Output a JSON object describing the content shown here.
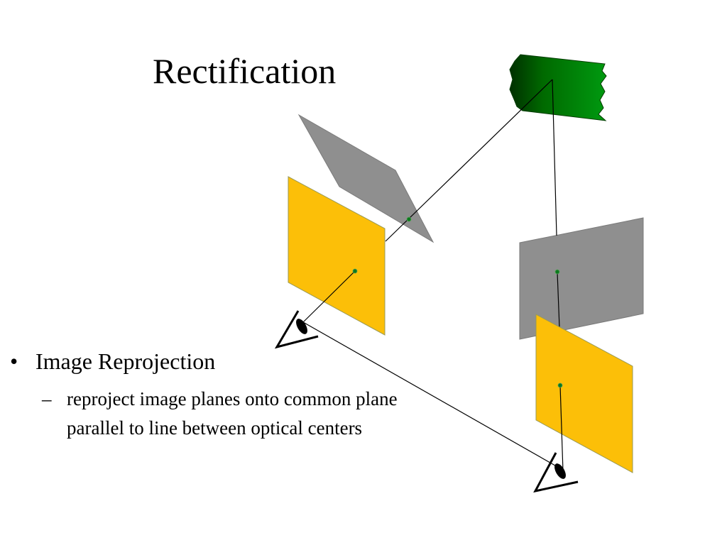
{
  "slide": {
    "title": "Rectification",
    "bullets": [
      {
        "marker": "•",
        "text": "Image Reprojection",
        "subbullets": [
          {
            "marker": "–",
            "text": "reproject image planes onto common plane parallel to line between optical centers"
          }
        ]
      }
    ]
  },
  "colors": {
    "original_image_plane": "#fcbf08",
    "rectified_image_plane": "#8f8f8f",
    "scene_object": "#006400",
    "image_point": "#0b7a1e",
    "lines": "#000000"
  }
}
